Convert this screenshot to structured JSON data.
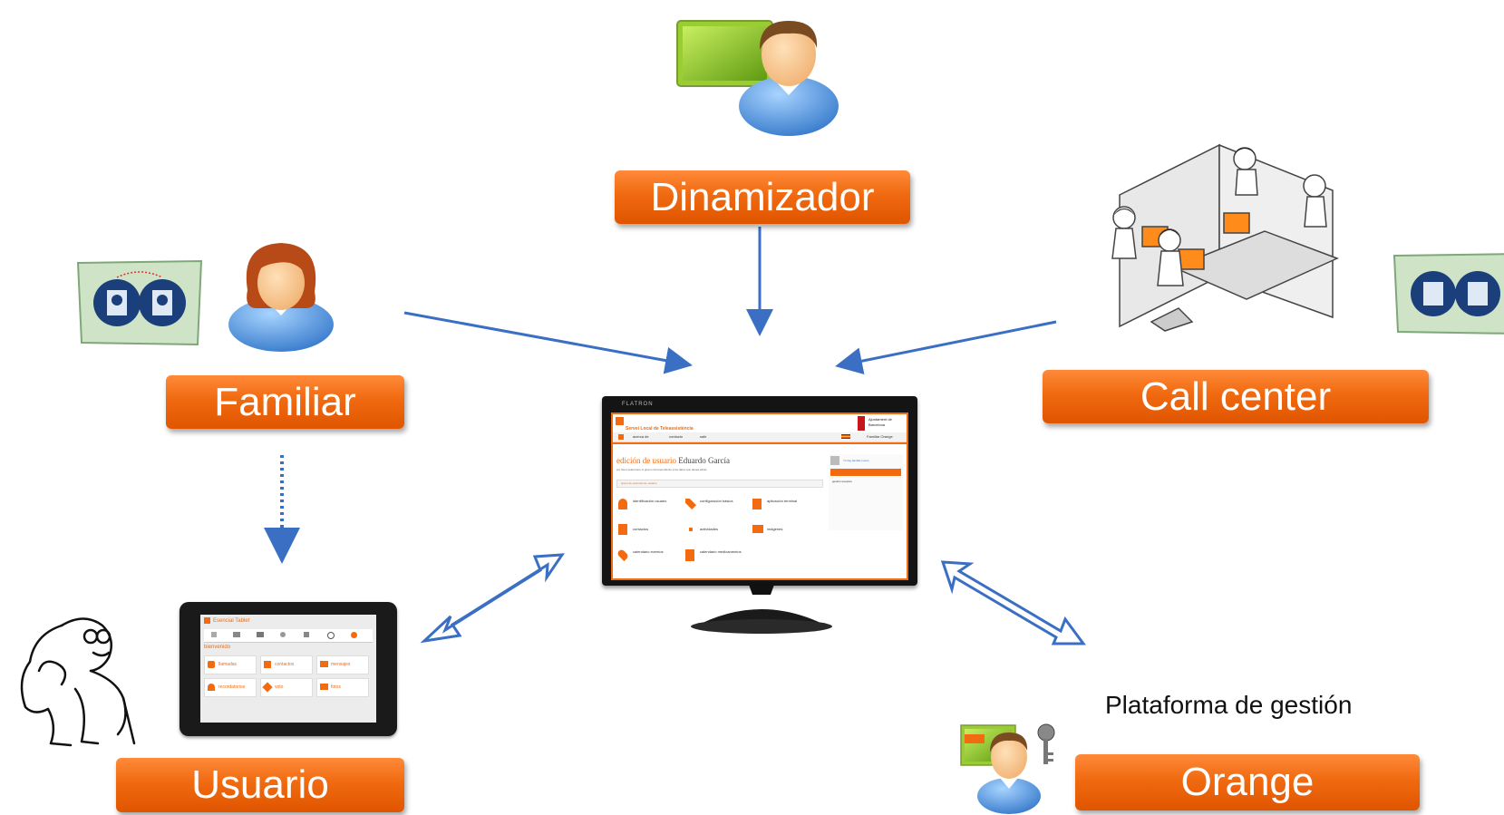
{
  "roles": {
    "dinamizador": "Dinamizador",
    "familiar": "Familiar",
    "call_center": "Call center",
    "usuario": "Usuario",
    "orange": "Orange"
  },
  "caption": "Plataforma de gestión",
  "monitor_screen": {
    "brand_bar": "FLATRON",
    "app_title": "Servei Local de Teleassistència",
    "nav": [
      "acerca de",
      "contacto",
      "salir"
    ],
    "header_right": "Ajuntament de Barcelona",
    "user_link": "Familiar Orange",
    "heading": "edición de usuario",
    "heading_name": "Eduardo García",
    "subtitle": "por favor seleccione el grupo correspondiente a los datos que desea editar.",
    "group_field": "grupo de opciones de usuario",
    "menu": [
      {
        "label": "identificación usuario"
      },
      {
        "label": "configuración básica"
      },
      {
        "label": "aplicación terminal"
      },
      {
        "label": "contactos"
      },
      {
        "label": "actividades"
      },
      {
        "label": "imágenes"
      },
      {
        "label": "calendario eventos"
      },
      {
        "label": "calendario medicamentos"
      }
    ],
    "side_link": "Yo hay familiar nuevo",
    "side_menu": "gestión usuarios"
  },
  "tablet_screen": {
    "title": "Esencial Tablet",
    "welcome": "bienvenido",
    "tiles": [
      "llamadas",
      "contactos",
      "mensajes",
      "recordatorios",
      "voto",
      "fotos"
    ]
  },
  "colors": {
    "label_orange": "#f06a10",
    "arrow_blue": "#3a6fc4"
  }
}
